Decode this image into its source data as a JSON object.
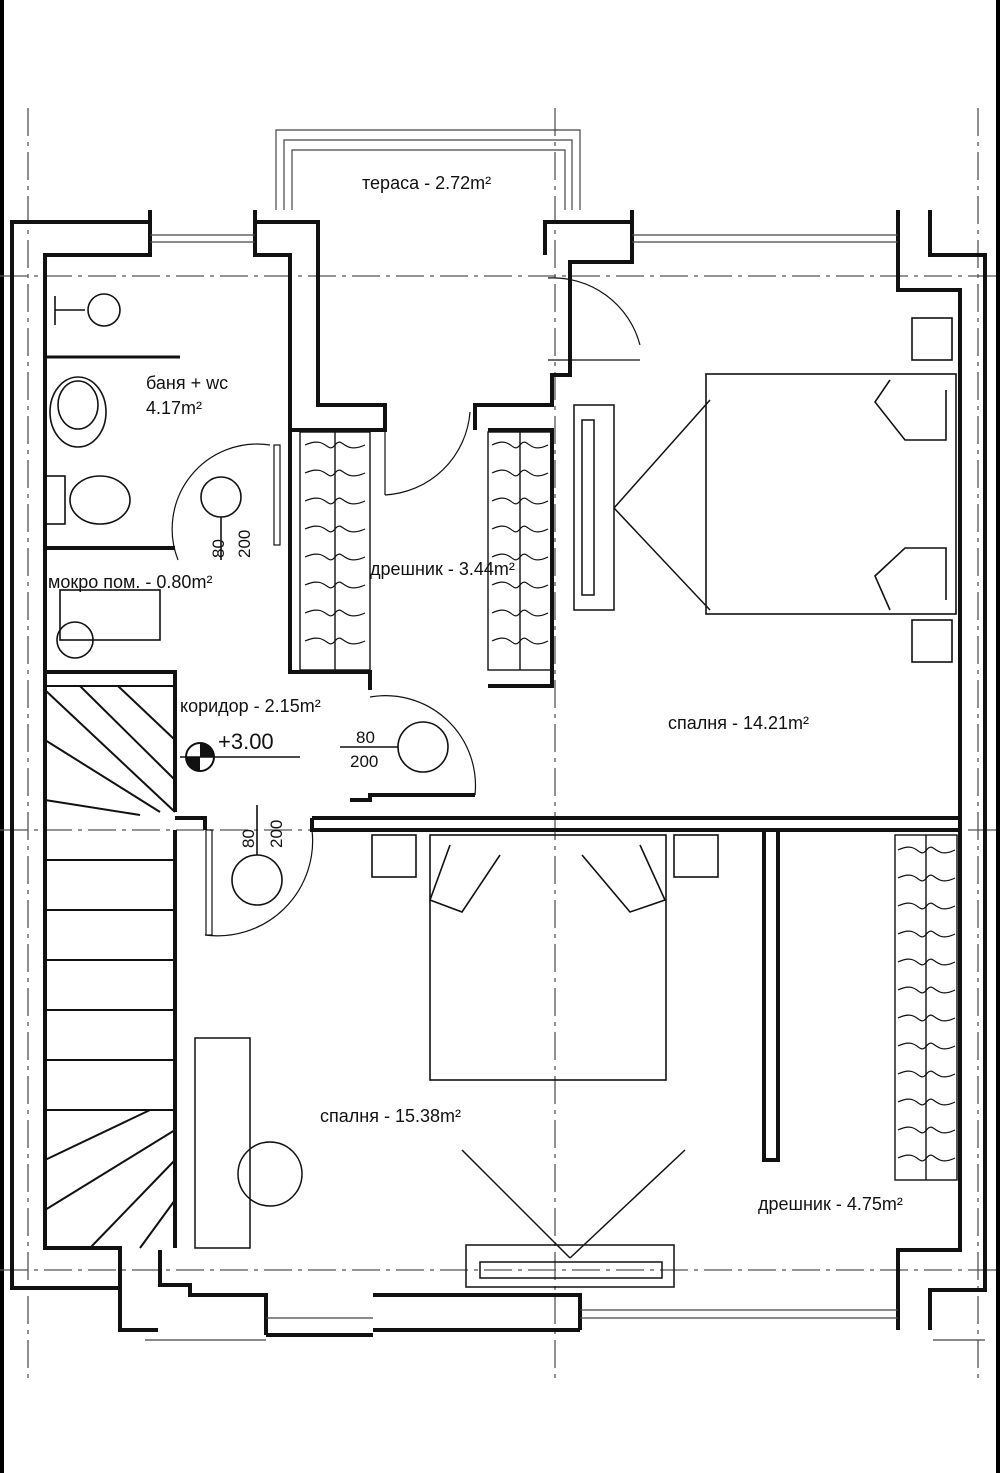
{
  "rooms": {
    "terrace": "тераса - 2.72m²",
    "bathroom_name": "баня + wc",
    "bathroom_area": "4.17m²",
    "wet_room": "мокро пом. - 0.80m²",
    "closet_top": "дрешник - 3.44m²",
    "corridor": "коридор - 2.15m²",
    "bedroom_1": "спалня - 14.21m²",
    "bedroom_2": "спалня - 15.38m²",
    "closet_bottom": "дрешник - 4.75m²"
  },
  "elevation_mark": "+3.00",
  "doors": [
    {
      "width": "80",
      "height": "200"
    },
    {
      "width": "80",
      "height": "200"
    },
    {
      "width": "80",
      "height": "200"
    }
  ],
  "colors": {
    "background": "#000000",
    "paper": "#ffffff",
    "line": "#111111",
    "axis": "#555555"
  }
}
